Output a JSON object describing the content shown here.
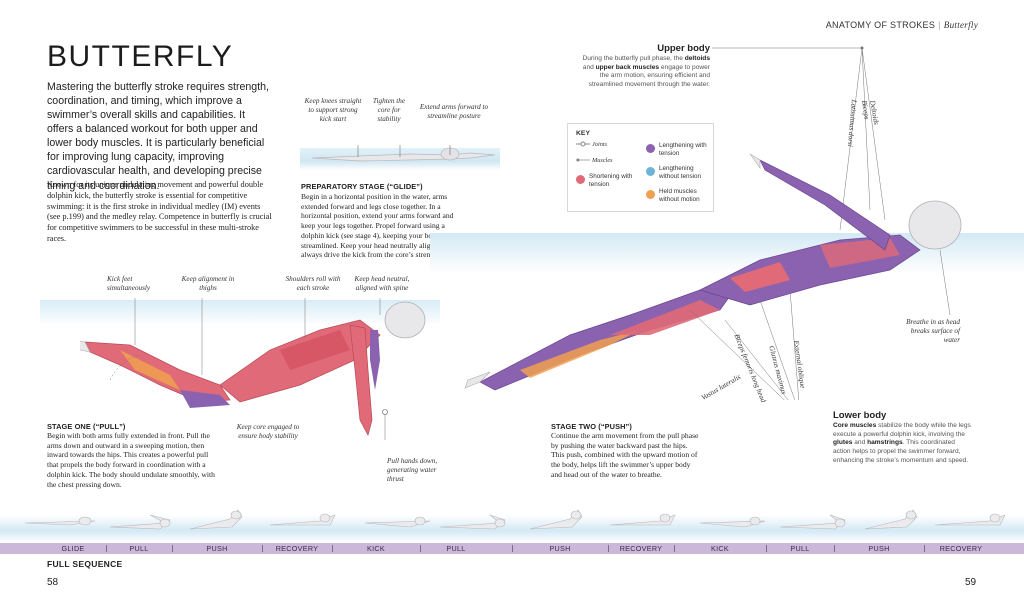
{
  "running_head": {
    "section": "ANATOMY OF STROKES",
    "sub": "Butterfly"
  },
  "title": "BUTTERFLY",
  "intro": "Mastering the butterfly stroke requires strength, coordination, and timing, which improve a swimmer’s overall skills and capabilities. It offers a balanced workout for both upper and lower body muscles. It is particularly beneficial for improving lung capacity, improving cardiovascular health, and developing precise timing and coordination.",
  "intro2": "Known for its unique undulating movement and powerful double dolphin kick, the butterfly stroke is essential for competitive swimming: it is the first stroke in individual medley (IM) events (see p.199) and the medley relay. Competence in butterfly is crucial for competitive swimmers to be successful in these multi-stroke races.",
  "glide_labels": {
    "knees": "Keep knees straight to support strong kick start",
    "core": "Tighten the core for stability",
    "arms": "Extend arms forward to streamline posture"
  },
  "prep": {
    "heading": "PREPARATORY STAGE (“GLIDE”)",
    "text": "Begin in a horizontal position in the water, arms extended forward and legs close together. In a horizontal position, extend your arms forward and keep your legs together. Propel forward using a dolphin kick (see stage 4), keeping your body streamlined. Keep your head neutrally aligned, and always drive the kick from the core’s strength."
  },
  "key": {
    "title": "KEY",
    "joints": "Joints",
    "muscles": "Muscles",
    "shortening": "Shortening with tension",
    "lengthening": "Lengthening with tension",
    "lengthening_no": "Lengthening without tension",
    "held": "Held muscles without motion"
  },
  "upper_body": {
    "heading": "Upper body",
    "text_a": "During the butterfly pull phase, the ",
    "bold_a": "deltoids",
    "text_b": " and ",
    "bold_b": "upper back muscles",
    "text_c": " engage to power the arm motion, ensuring efficient and streamlined movement through the water."
  },
  "muscle_labels_upper": {
    "deltoids": "Deltoids",
    "biceps": "Biceps",
    "lats": "Latissimus dorsi"
  },
  "breathe": "Breathe in as head breaks surface of water",
  "stage1_labels": {
    "kick": "Kick feet simultaneously",
    "thighs": "Keep alignment in thighs",
    "shoulders": "Shoulders roll with each stroke",
    "head": "Keep head neutral, aligned with spine",
    "core": "Keep core engaged to ensure body stability",
    "hands": "Pull hands down, generating water thrust"
  },
  "stage1": {
    "heading": "STAGE ONE (“PULL”)",
    "text": "Begin with both arms fully extended in front. Pull the arms down and outward in a sweeping motion, then inward towards the hips. This creates a powerful pull that propels the body forward in coordination with a dolphin kick. The body should undulate smoothly, with the chest pressing down."
  },
  "stage2": {
    "heading": "STAGE TWO (“PUSH”)",
    "text": "Continue the arm movement from the pull phase by pushing the water backward past the hips. This push, combined with the upward motion of the body, helps lift the swimmer’s upper body and head out of the water to breathe."
  },
  "muscle_labels_lower": {
    "biceps_femoris": "Biceps femoris long head",
    "vastus": "Vastus lateralis",
    "gluteus": "Gluteus maximus",
    "oblique": "External oblique"
  },
  "lower_body": {
    "heading": "Lower body",
    "bold_a": "Core muscles",
    "text_a": " stabilize the body while the legs execute a powerful dolphin kick, involving the ",
    "bold_b": "glutes",
    "text_b": " and ",
    "bold_c": "hamstrings",
    "text_c": ". This coordinated action helps to propel the swimmer forward, enhancing the stroke’s momentum and speed."
  },
  "sequence": [
    "GLIDE",
    "PULL",
    "PUSH",
    "RECOVERY",
    "KICK",
    "PULL",
    "PUSH",
    "RECOVERY",
    "KICK",
    "PULL",
    "PUSH",
    "RECOVERY"
  ],
  "full_sequence": "FULL SEQUENCE",
  "page_left": "58",
  "page_right": "59",
  "colors": {
    "shortening": "#e06a78",
    "lengthening": "#8a62b0",
    "lengthening_no": "#6fb3d6",
    "held": "#f0a050",
    "water": "#cfe7f2",
    "seq_bar": "#cbb8d9"
  }
}
